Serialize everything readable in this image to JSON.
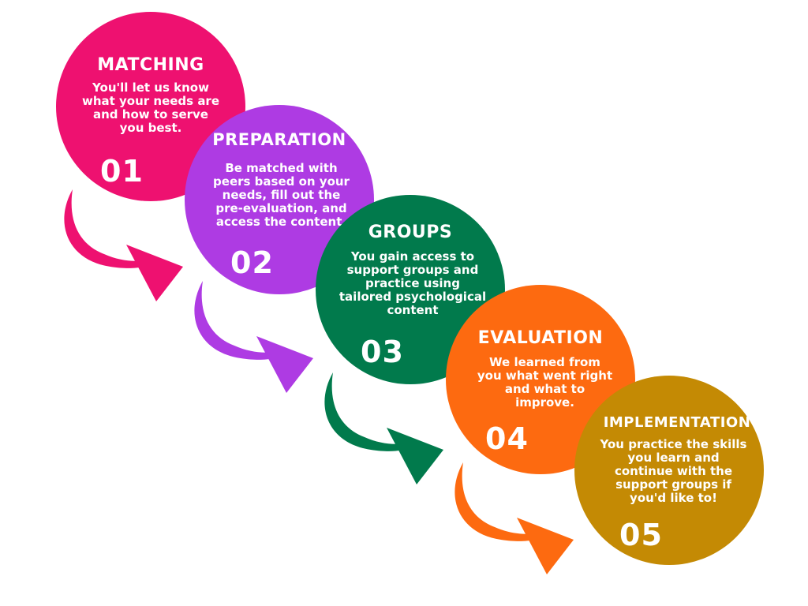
{
  "colors": {
    "matching": "#ee1170",
    "preparation": "#ae3be3",
    "groups": "#017a4c",
    "evaluation": "#fd6a10",
    "implementation": "#c48a04"
  },
  "steps": [
    {
      "title": "MATCHING",
      "description": "You'll let us know what your needs are and how to serve you best.",
      "number": "01"
    },
    {
      "title": "PREPARATION",
      "description": "Be matched with peers based on your needs, fill out the pre-evaluation, and access the content.",
      "number": "02"
    },
    {
      "title": "GROUPS",
      "description": "You gain access to support groups and practice using tailored psychological content",
      "number": "03"
    },
    {
      "title": "EVALUATION",
      "description": "We learned from you what went right and what to improve.",
      "number": "04"
    },
    {
      "title": "IMPLEMENTATION",
      "description": "You practice the skills you learn and continue with the support groups if you'd like to!",
      "number": "05"
    }
  ]
}
